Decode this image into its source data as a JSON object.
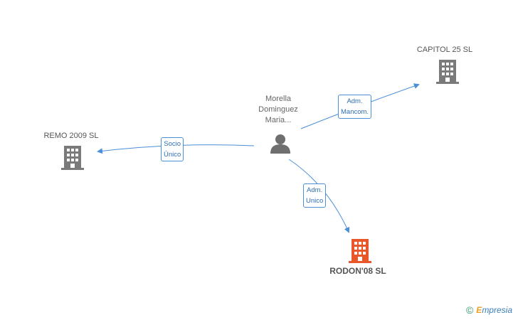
{
  "nodes": {
    "person": {
      "label_lines": [
        "Morella",
        "Dominguez",
        "Maria..."
      ],
      "icon": "person-icon"
    },
    "capitol": {
      "label": "CAPITOL 25 SL",
      "icon": "building-icon"
    },
    "remo": {
      "label": "REMO 2009 SL",
      "icon": "building-icon"
    },
    "rodon": {
      "label": "RODON'08 SL",
      "icon": "building-icon"
    }
  },
  "edges": {
    "to_capitol": {
      "lines": [
        "Adm.",
        "Mancom."
      ]
    },
    "to_remo": {
      "lines": [
        "Socio",
        "Único"
      ]
    },
    "to_rodon": {
      "lines": [
        "Adm.",
        "Unico"
      ]
    }
  },
  "footer": {
    "copyright": "©",
    "brand_first": "E",
    "brand_rest": "mpresia"
  },
  "colors": {
    "edge": "#4a8fd8",
    "building": "#7a7a7a",
    "building_main": "#e8582a",
    "person": "#6f6f6f"
  }
}
